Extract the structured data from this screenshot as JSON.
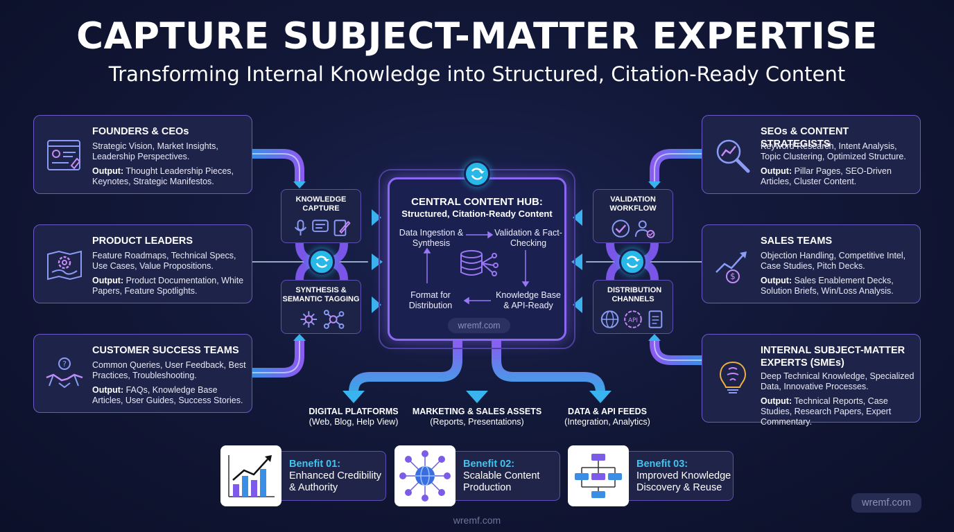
{
  "header": {
    "title": "CAPTURE SUBJECT-MATTER EXPERTISE",
    "subtitle": "Transforming Internal Knowledge into Structured, Citation-Ready Content"
  },
  "sources_left": [
    {
      "title": "FOUNDERS & CEOs",
      "desc": "Strategic Vision, Market Insights, Leadership Perspectives.",
      "output_label": "Output:",
      "output": "Thought Leadership Pieces, Keynotes, Strategic Manifestos.",
      "icon": "profile-document-icon"
    },
    {
      "title": "PRODUCT LEADERS",
      "desc": "Feature Roadmaps, Technical Specs, Use Cases, Value Propositions.",
      "output_label": "Output:",
      "output": "Product Documentation, White Papers, Feature Spotlights.",
      "icon": "gear-blueprint-icon"
    },
    {
      "title": "CUSTOMER SUCCESS TEAMS",
      "desc": "Common Queries, User Feedback, Best Practices, Troubleshooting.",
      "output_label": "Output:",
      "output": "FAQs, Knowledge Base Articles, User Guides, Success Stories.",
      "icon": "handshake-icon"
    }
  ],
  "sources_right": [
    {
      "title": "SEOs & CONTENT STRATEGISTS",
      "desc": "Keyword Research, Intent Analysis, Topic Clustering, Optimized Structure.",
      "output_label": "Output:",
      "output": "Pillar Pages, SEO-Driven Articles, Cluster Content.",
      "icon": "magnifier-chart-icon"
    },
    {
      "title": "SALES TEAMS",
      "desc": "Objection Handling, Competitive Intel, Case Studies, Pitch Decks.",
      "output_label": "Output:",
      "output": "Sales Enablement Decks, Solution Briefs, Win/Loss Analysis.",
      "icon": "growth-dollar-icon"
    },
    {
      "title": "INTERNAL SUBJECT-MATTER EXPERTS (SMEs)",
      "desc": "Deep Technical Knowledge, Specialized Data, Innovative Processes.",
      "output_label": "Output:",
      "output": "Technical Reports, Case Studies, Research Papers, Expert Commentary.",
      "icon": "brain-lightbulb-icon"
    }
  ],
  "process": {
    "knowledge_capture": "KNOWLEDGE CAPTURE",
    "synthesis": "SYNTHESIS & SEMANTIC TAGGING",
    "validation": "VALIDATION WORKFLOW",
    "distribution": "DISTRIBUTION CHANNELS"
  },
  "hub": {
    "title": "CENTRAL CONTENT HUB:",
    "subtitle": "Structured, Citation-Ready Content",
    "steps": [
      "Data Ingestion & Synthesis",
      "Validation & Fact-Checking",
      "Knowledge Base & API-Ready",
      "Format for Distribution"
    ],
    "watermark": "wremf.com"
  },
  "outputs": [
    {
      "title": "DIGITAL PLATFORMS",
      "desc": "(Web, Blog, Help View)"
    },
    {
      "title": "MARKETING & SALES ASSETS",
      "desc": "(Reports, Presentations)"
    },
    {
      "title": "DATA & API FEEDS",
      "desc": "(Integration, Analytics)"
    }
  ],
  "benefits": [
    {
      "label": "Benefit 01:",
      "desc": "Enhanced Credibility & Authority",
      "icon": "bar-chart-growth-icon"
    },
    {
      "label": "Benefit 02:",
      "desc": "Scalable Content Production",
      "icon": "globe-network-icon"
    },
    {
      "label": "Benefit 03:",
      "desc": "Improved Knowledge Discovery & Reuse",
      "icon": "flowchart-icon"
    }
  ],
  "watermarks": {
    "bottom": "wremf.com",
    "corner": "wremf.com"
  },
  "colors": {
    "background": "#121838",
    "card_border": "#6d58c9",
    "arrow_purple": "#8a5cf0",
    "arrow_blue": "#3aa8e6",
    "accent_cyan": "#43c3f0"
  }
}
